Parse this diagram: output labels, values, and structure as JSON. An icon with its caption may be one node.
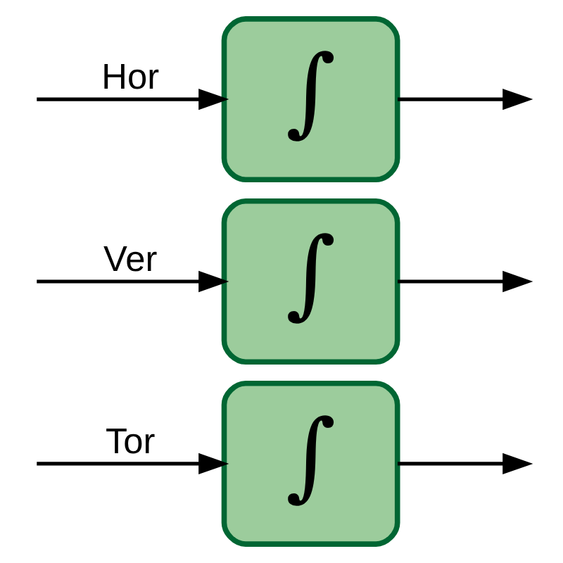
{
  "diagram": {
    "nodes": [
      {
        "text": [
          "∫"
        ]
      },
      {
        "text": [
          "∫"
        ]
      },
      {
        "text": [
          "∫"
        ]
      }
    ],
    "edges": [
      {
        "from": null,
        "to": 0,
        "arrow": "to",
        "label": "Hor"
      },
      {
        "from": 0,
        "to": null,
        "arrow": "to"
      },
      {
        "from": null,
        "to": 1,
        "arrow": "to",
        "label": "Ver"
      },
      {
        "from": 1,
        "to": null,
        "arrow": "to"
      },
      {
        "from": null,
        "to": 2,
        "arrow": "to",
        "label": "Tor"
      },
      {
        "from": 2,
        "to": null,
        "arrow": "to"
      }
    ]
  }
}
